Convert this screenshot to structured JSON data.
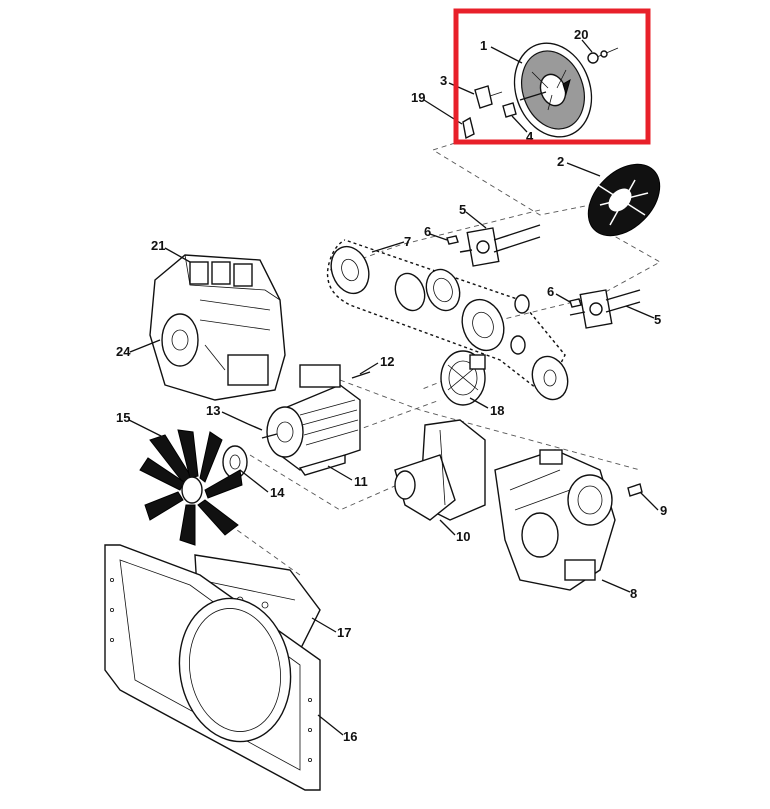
{
  "callouts": {
    "c1": "1",
    "c2": "2",
    "c3": "3",
    "c4": "4",
    "c5a": "5",
    "c5b": "5",
    "c6a": "6",
    "c6b": "6",
    "c7": "7",
    "c8": "8",
    "c9": "9",
    "c10": "10",
    "c11": "11",
    "c12": "12",
    "c13": "13",
    "c14": "14",
    "c15": "15",
    "c16": "16",
    "c17": "17",
    "c18": "18",
    "c19": "19",
    "c20": "20",
    "c21": "21",
    "c24": "24"
  },
  "colors": {
    "highlight_box": "#e8202a",
    "line": "#111111",
    "dash": "#555555"
  }
}
